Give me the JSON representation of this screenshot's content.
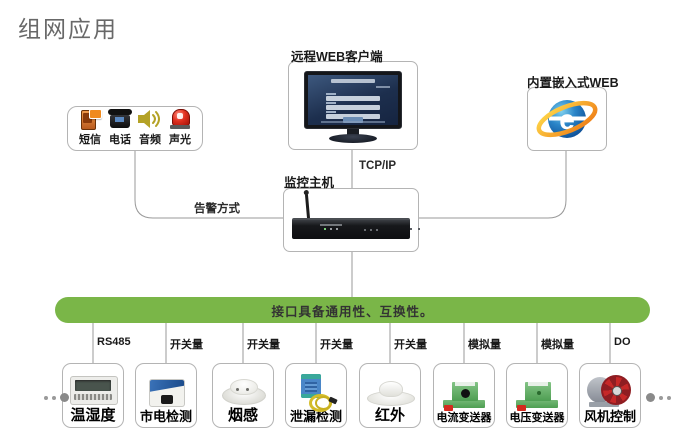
{
  "title": "组网应用",
  "colors": {
    "bus_green": "#7ab648",
    "line_gray": "#999999",
    "ie_blue": "#1b75bb",
    "ie_orange": "#f0821e"
  },
  "nodes": {
    "web_client": {
      "label": "远程WEB客户端",
      "icon": "monitor-with-login-screen"
    },
    "embedded_web": {
      "label": "内置嵌入式WEB",
      "icon": "ie-browser-logo"
    },
    "host": {
      "label": "监控主机",
      "icon": "rack-host-with-antenna"
    }
  },
  "links": {
    "tcp_ip": "TCP/IP",
    "alarm_mode": "告警方式"
  },
  "alarm_methods": [
    {
      "icon": "sms-phone-icon",
      "label": "短信"
    },
    {
      "icon": "telephone-icon",
      "label": "电话"
    },
    {
      "icon": "speaker-icon",
      "label": "音频"
    },
    {
      "icon": "alarm-beacon-icon",
      "label": "声光"
    }
  ],
  "bus": {
    "label": "接口具备通用性、互换性。"
  },
  "devices": [
    {
      "interface": "RS485",
      "label": "温湿度",
      "icon": "temp-humidity-meter"
    },
    {
      "interface": "开关量",
      "label": "市电检测",
      "icon": "mains-power-detector"
    },
    {
      "interface": "开关量",
      "label": "烟感",
      "icon": "smoke-detector"
    },
    {
      "interface": "开关量",
      "label": "泄漏检测",
      "icon": "leak-detection-module"
    },
    {
      "interface": "开关量",
      "label": "红外",
      "icon": "infrared-dome-sensor"
    },
    {
      "interface": "模拟量",
      "label": "电流变送器",
      "icon": "current-transmitter"
    },
    {
      "interface": "模拟量",
      "label": "电压变送器",
      "icon": "voltage-transmitter"
    },
    {
      "interface": "DO",
      "label": "风机控制",
      "icon": "fan-control"
    }
  ]
}
